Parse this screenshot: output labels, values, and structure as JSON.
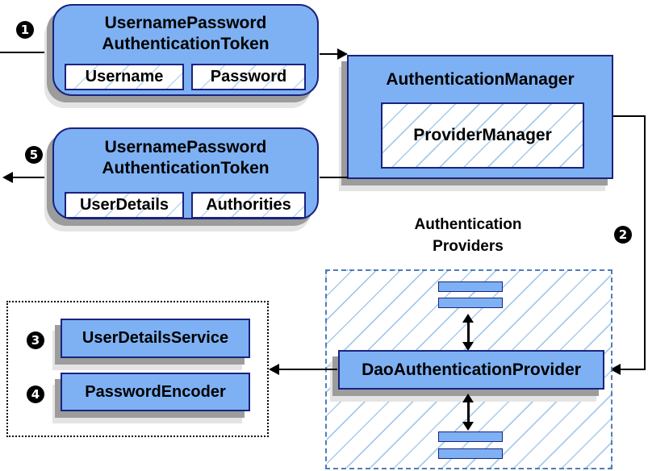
{
  "colors": {
    "node_fill": "#7EB1F3",
    "node_border": "#1A237E",
    "shadow": "#9C9C9C",
    "shadow_light": "#E4E4E4",
    "dashed_container_border": "#4F7CBE",
    "hatch_line": "#A6CBEC",
    "connector": "#000000",
    "badge_bg": "#000000",
    "badge_text": "#FFFFFF"
  },
  "steps": {
    "s1": "1",
    "s2": "2",
    "s3": "3",
    "s4": "4",
    "s5": "5"
  },
  "request_token": {
    "title_line1": "UsernamePassword",
    "title_line2": "AuthenticationToken",
    "field_left": "Username",
    "field_right": "Password"
  },
  "authentication_manager": {
    "title": "AuthenticationManager",
    "provider_manager": "ProviderManager"
  },
  "response_token": {
    "title_line1": "UsernamePassword",
    "title_line2": "AuthenticationToken",
    "field_left": "UserDetails",
    "field_right": "Authorities"
  },
  "authentication_providers": {
    "label_line1": "Authentication",
    "label_line2": "Providers",
    "dao_provider": "DaoAuthenticationProvider"
  },
  "services_box": {
    "user_details_service": "UserDetailsService",
    "password_encoder": "PasswordEncoder"
  }
}
